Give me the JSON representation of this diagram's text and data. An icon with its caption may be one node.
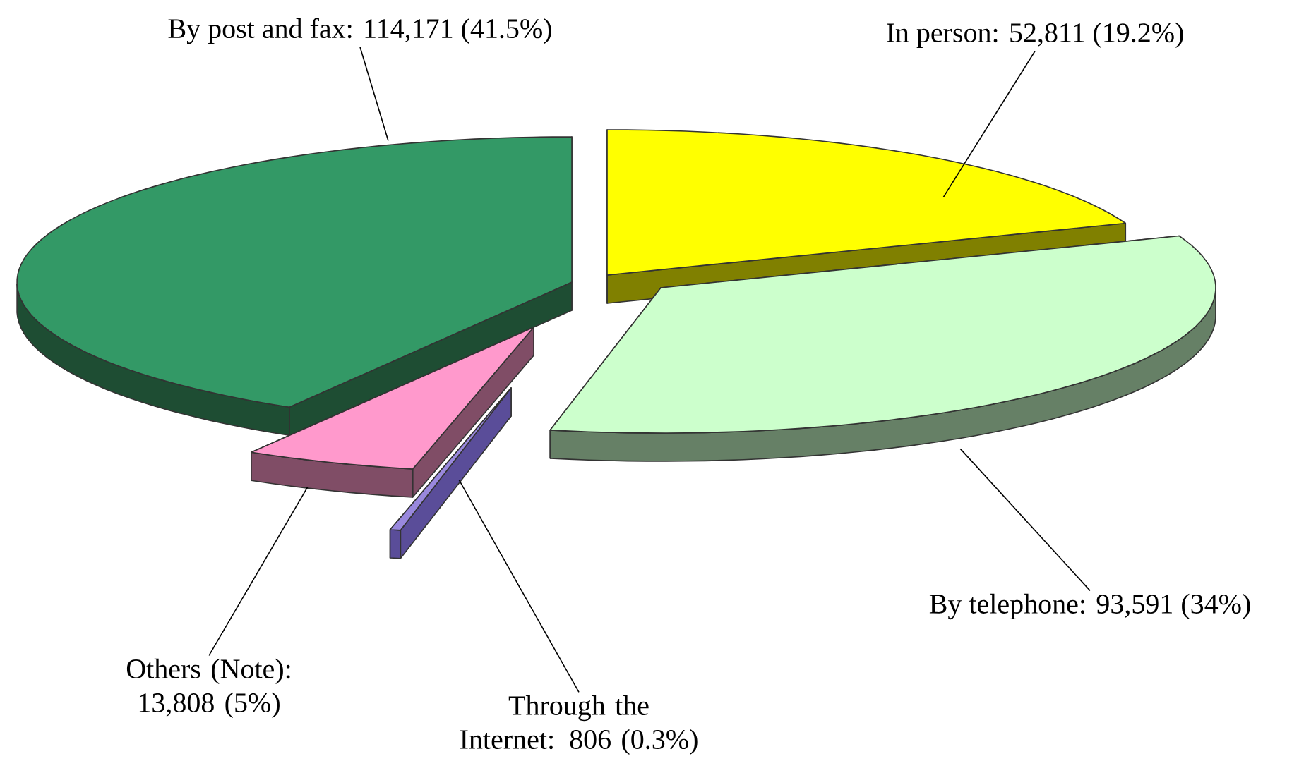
{
  "diagram": {
    "nodes": [
      {
        "text": [
          "By post and fax: 114,171 (41.5%)"
        ]
      },
      {
        "text": [
          "In person: 52,811 (19.2%)"
        ]
      },
      {
        "text": [
          "By telephone: 93,591 (34%)"
        ]
      },
      {
        "text": [
          "Others (Note): 13,808 (5%)"
        ]
      },
      {
        "text": [
          "Through the Internet: 806 (0.3%)"
        ]
      },
      {
        "text": [],
        "shape": "wedge"
      },
      {
        "text": [],
        "shape": "wedge"
      },
      {
        "text": [],
        "shape": "wedge"
      },
      {
        "text": [],
        "shape": "wedge"
      },
      {
        "text": [],
        "shape": "wedge"
      }
    ],
    "edges": [
      {
        "from": 0,
        "to": 5,
        "arrow": "none"
      },
      {
        "from": 1,
        "to": 6,
        "arrow": "none"
      },
      {
        "from": 2,
        "to": 7,
        "arrow": "none"
      },
      {
        "from": 3,
        "to": 8,
        "arrow": "none"
      },
      {
        "from": 4,
        "to": 9,
        "arrow": "none"
      }
    ]
  }
}
